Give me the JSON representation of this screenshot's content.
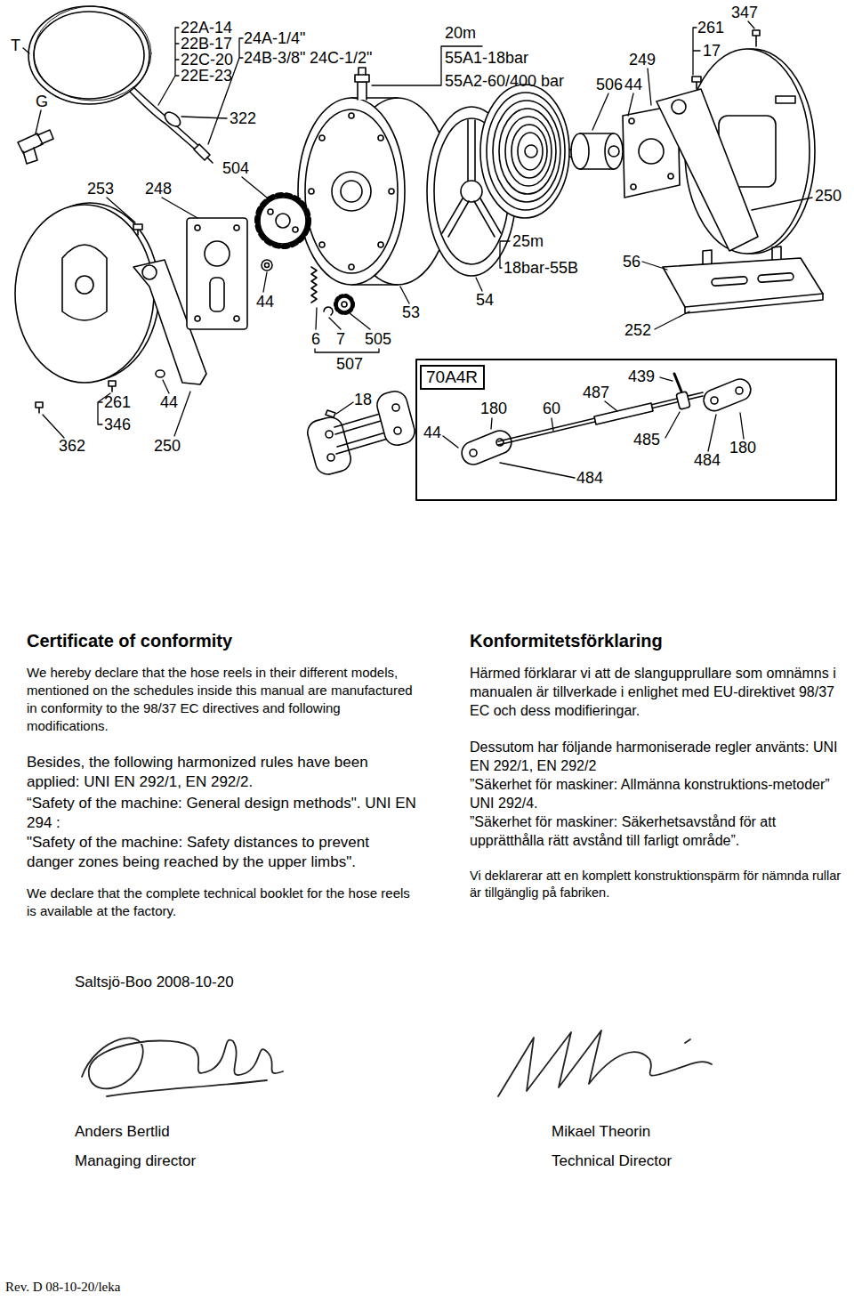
{
  "diagram": {
    "title": "Certificate of conformity",
    "nodes": [
      {
        "text": [
          "70A4R"
        ]
      }
    ],
    "labels": [
      "T",
      "G",
      "22A-14",
      "22B-17",
      "22C-20",
      "22E-23",
      "24A-1/4\"",
      "24B-3/8\"",
      "24C-1/2\"",
      "322",
      "504",
      "253",
      "248",
      "20m",
      "55A1-18bar",
      "55A2-60/400 bar",
      "347",
      "261",
      "17",
      "249",
      "506",
      "44",
      "250",
      "25m",
      "18bar-55B",
      "56",
      "252",
      "44",
      "53",
      "54",
      "6",
      "7",
      "505",
      "507",
      "18",
      "261",
      "346",
      "362",
      "44",
      "250",
      "44",
      "180",
      "60",
      "487",
      "439",
      "485",
      "484",
      "484",
      "180",
      "We hereby declare that the hose reels in their different models, mentioned on the schedules inside this manual are manufactured in conformity to the 98/37 EC directives and following modifications.",
      "Besides, the following harmonized rules have been applied: UNI EN 292/1, EN 292/2.",
      "“Safety of the machine: General design methods\". UNI EN 294 :",
      "\"Safety of the machine: Safety distances to prevent danger zones being reached by the upper limbs\".",
      "We declare that the complete technical booklet for the hose reels is available at the factory.",
      "Konformitetsförklaring",
      "Härmed förklarar vi att de slangupprullare som omnämns i manualen är tillverkade i enlighet med EU-direktivet 98/37 EC och dess modifieringar.",
      "Dessutom har följande harmoniserade regler använts: UNI EN 292/1, EN 292/2",
      "”Säkerhet för maskiner: Allmänna konstruktions-metoder” UNI 292/4.",
      "”Säkerhet för maskiner: Säkerhetsavstånd för att upprätthålla rätt avstånd till farligt område”.",
      "Vi deklarerar att en komplett konstruktionspärm för nämnda rullar är tillgänglig på fabriken.",
      "Saltsjö-Boo 2008-10-20",
      "Anders Bertlid",
      "Managing director",
      "Mikael Theorin",
      "Technical Director",
      "Rev. D 08-10-20/leka"
    ]
  }
}
